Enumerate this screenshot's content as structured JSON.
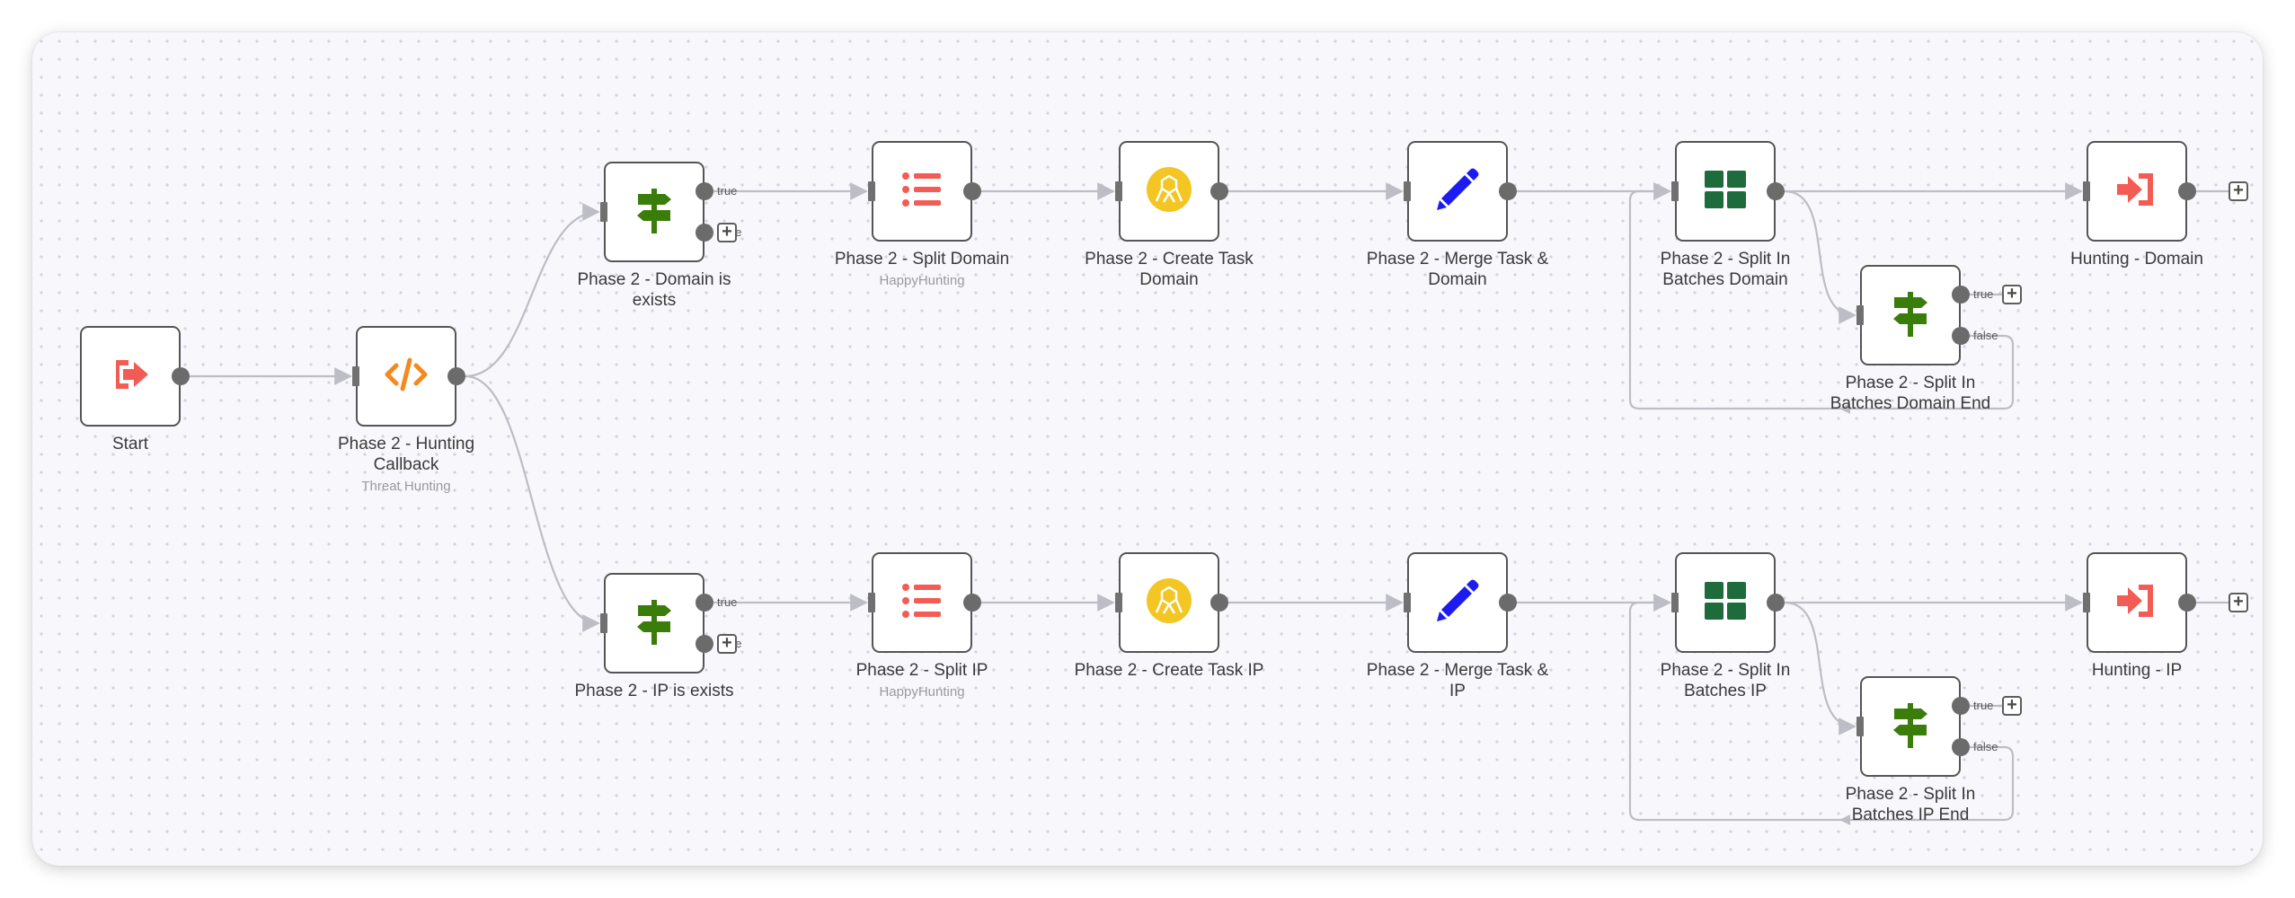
{
  "workflow": {
    "colors": {
      "canvas_bg": "#f8f7fc",
      "edge": "#bdbdc6",
      "node_border": "#555555",
      "start_icon": "#f25c54",
      "code_icon": "#f3891f",
      "if_icon": "#3a7d0a",
      "list_icon": "#f25c54",
      "thehive_icon": "#f3c623",
      "set_icon": "#1c1cf0",
      "batch_icon": "#1e6b3c",
      "exec_icon": "#f25c54"
    },
    "nodes": [
      {
        "id": "start",
        "title": "Start",
        "subtitle": "",
        "icon": "start-icon"
      },
      {
        "id": "hunting-callback",
        "title": "Phase 2 - Hunting Callback",
        "subtitle": "Threat Hunting",
        "icon": "code-icon"
      },
      {
        "id": "domain-exists",
        "title": "Phase 2 - Domain is exists",
        "subtitle": "",
        "icon": "if-signpost-icon"
      },
      {
        "id": "split-domain",
        "title": "Phase 2 - Split Domain",
        "subtitle": "HappyHunting",
        "icon": "list-icon"
      },
      {
        "id": "create-task-domain",
        "title": "Phase 2 - Create Task Domain",
        "subtitle": "",
        "icon": "thehive-icon"
      },
      {
        "id": "merge-task-domain",
        "title": "Phase 2 - Merge Task & Domain",
        "subtitle": "",
        "icon": "pencil-icon"
      },
      {
        "id": "split-batches-domain",
        "title": "Phase 2 - Split In Batches Domain",
        "subtitle": "",
        "icon": "grid-icon"
      },
      {
        "id": "split-batches-domain-end",
        "title": "Phase 2 - Split In Batches Domain End",
        "subtitle": "",
        "icon": "if-signpost-icon"
      },
      {
        "id": "hunting-domain",
        "title": "Hunting - Domain",
        "subtitle": "",
        "icon": "execute-workflow-icon"
      },
      {
        "id": "ip-exists",
        "title": "Phase 2 - IP is exists",
        "subtitle": "",
        "icon": "if-signpost-icon"
      },
      {
        "id": "split-ip",
        "title": "Phase 2 - Split IP",
        "subtitle": "HappyHunting",
        "icon": "list-icon"
      },
      {
        "id": "create-task-ip",
        "title": "Phase 2 - Create Task IP",
        "subtitle": "",
        "icon": "thehive-icon"
      },
      {
        "id": "merge-task-ip",
        "title": "Phase 2 - Merge Task & IP",
        "subtitle": "",
        "icon": "pencil-icon"
      },
      {
        "id": "split-batches-ip",
        "title": "Phase 2 - Split In Batches IP",
        "subtitle": "",
        "icon": "grid-icon"
      },
      {
        "id": "split-batches-ip-end",
        "title": "Phase 2 - Split In Batches IP End",
        "subtitle": "",
        "icon": "if-signpost-icon"
      },
      {
        "id": "hunting-ip",
        "title": "Hunting - IP",
        "subtitle": "",
        "icon": "execute-workflow-icon"
      }
    ],
    "branch_labels": {
      "true": "true",
      "false": "false"
    },
    "plus_label": "+"
  }
}
